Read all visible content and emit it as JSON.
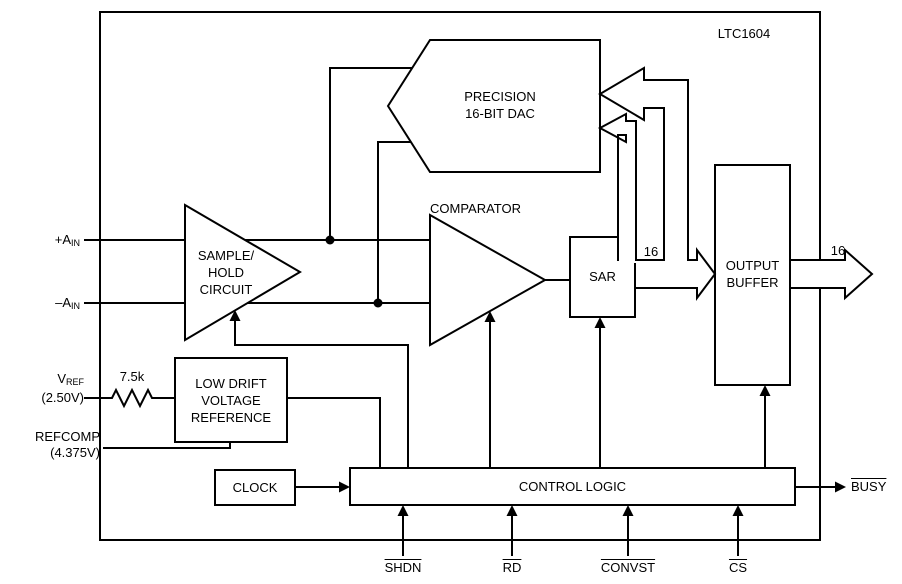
{
  "part_number": "LTC1604",
  "colors": {
    "line": "#000000",
    "background": "#ffffff"
  },
  "blocks": {
    "dac": {
      "line1": "PRECISION",
      "line2": "16-BIT DAC"
    },
    "comparator": "COMPARATOR",
    "sample_hold": {
      "line1": "SAMPLE/",
      "line2": "HOLD",
      "line3": "CIRCUIT"
    },
    "sar": "SAR",
    "output_buffer": {
      "line1": "OUTPUT",
      "line2": "BUFFER"
    },
    "control_logic": "CONTROL LOGIC",
    "clock": "CLOCK",
    "reference": {
      "line1": "LOW DRIFT",
      "line2": "VOLTAGE",
      "line3": "REFERENCE"
    }
  },
  "pins": {
    "ain_plus": {
      "base": "+A",
      "sub": "IN"
    },
    "ain_minus": {
      "base": "–A",
      "sub": "IN"
    },
    "vref": {
      "base": "V",
      "sub": "REF",
      "value": "(2.50V)"
    },
    "refcomp": {
      "name": "REFCOMP",
      "value": "(4.375V)"
    },
    "shdn": "SHDN",
    "rd": "RD",
    "convst": "CONVST",
    "cs": "CS",
    "busy": "BUSY"
  },
  "annotations": {
    "resistor_value": "7.5k",
    "sar_bus_width": "16",
    "output_bus_width": "16"
  }
}
